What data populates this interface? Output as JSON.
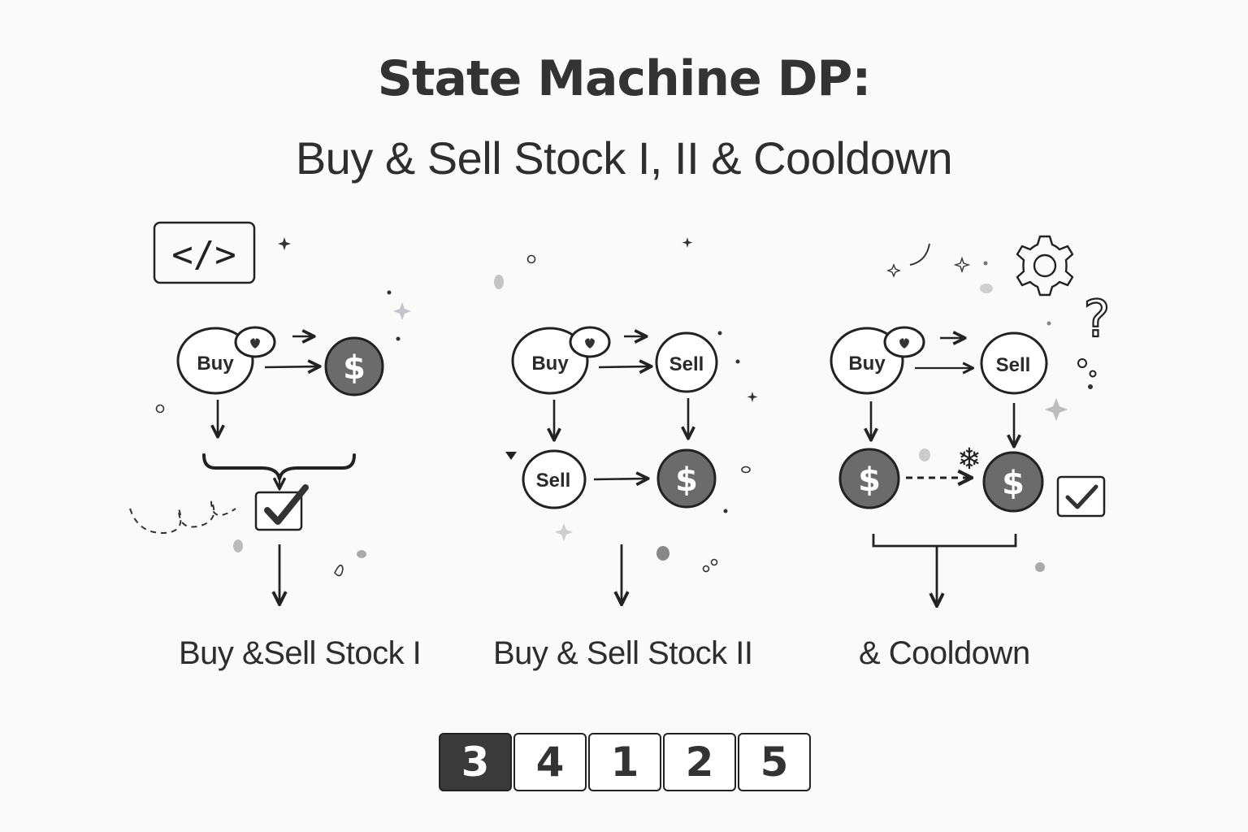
{
  "header": {
    "title": "State Machine DP:",
    "subtitle": "Buy & Sell Stock I, II & Cooldown"
  },
  "panels": [
    {
      "id": "stock-1",
      "nodes": [
        {
          "label": "Buy",
          "type": "state"
        },
        {
          "label": "$",
          "type": "coin"
        }
      ],
      "caption": "Buy &Sell Stock I"
    },
    {
      "id": "stock-2",
      "nodes": [
        {
          "label": "Buy",
          "type": "state"
        },
        {
          "label": "Sell",
          "type": "state"
        },
        {
          "label": "Sell",
          "type": "state"
        },
        {
          "label": "$",
          "type": "coin"
        }
      ],
      "caption": "Buy & Sell Stock II"
    },
    {
      "id": "cooldown",
      "nodes": [
        {
          "label": "Buy",
          "type": "state"
        },
        {
          "label": "Sell",
          "type": "state"
        },
        {
          "label": "$",
          "type": "coin"
        },
        {
          "label": "$",
          "type": "coin"
        }
      ],
      "caption": "& Cooldown"
    }
  ],
  "icons": {
    "code": "</>",
    "snowflake": "❄",
    "question": "?"
  },
  "order": {
    "values": [
      "3",
      "4",
      "1",
      "2",
      "5"
    ],
    "active_index": 0
  },
  "colors": {
    "ink": "#222222",
    "coin_fill": "#6b6b6b",
    "active_cell": "#3a3a3a",
    "background": "#fafafa"
  }
}
